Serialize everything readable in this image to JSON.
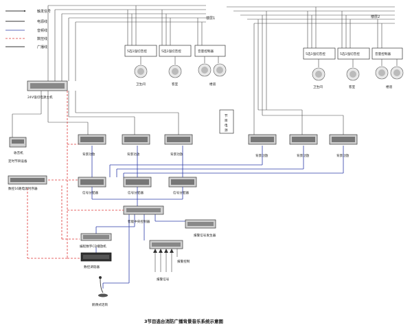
{
  "legend": [
    {
      "label": "触发信号",
      "color": "#333333",
      "dash": false
    },
    {
      "label": "电源线",
      "color": "#333333",
      "dash": false
    },
    {
      "label": "音频线",
      "color": "#2a3aa8",
      "dash": false
    },
    {
      "label": "数控线",
      "color": "#d33333",
      "dash": true
    },
    {
      "label": "广播线",
      "color": "#333333",
      "dash": false
    }
  ],
  "floors": {
    "floor1": "楼层1",
    "floor2": "楼层2"
  },
  "controllers": {
    "f1_a": "5选1强切音控",
    "f1_b": "5选1强切音控",
    "f1_c": "音量控制器",
    "f2_a": "5选1强切音控",
    "f2_b": "5选1强切音控",
    "f2_c": "音量控制器"
  },
  "rooms": {
    "f1_bathroom": "卫生间",
    "f1_office": "客室",
    "f1_corridor": "楼道",
    "f2_bathroom": "卫生间",
    "f2_office": "客室",
    "f2_corridor": "楼道"
  },
  "devices": {
    "power_host": "24V强切电源主机",
    "radio": "收音机",
    "timer_main": "定时节目设备",
    "timer16": "数控16路电源时序器",
    "zone_box": "节\n目\n电\n源",
    "amp_a1": "背景功放",
    "amp_a2": "背景功放",
    "amp_a3": "背景功放",
    "amp_b1": "背景功放",
    "amp_b2": "背景功放",
    "amp_b3": "背景功放",
    "splitter_1": "信号分配器",
    "splitter_2": "信号分配器",
    "splitter_3": "信号分配器",
    "controller": "智能中央控制器",
    "cd_player": "编程数字CD播放机",
    "tuner": "数控调谐器",
    "alarm_gen": "报警信号发生器",
    "alarm_ctrl": "报警控制",
    "alarm_signal": "报警信号",
    "mic": "鹅颈式话筒"
  },
  "caption": "3节目选台消防广播背景音乐系统示意图"
}
